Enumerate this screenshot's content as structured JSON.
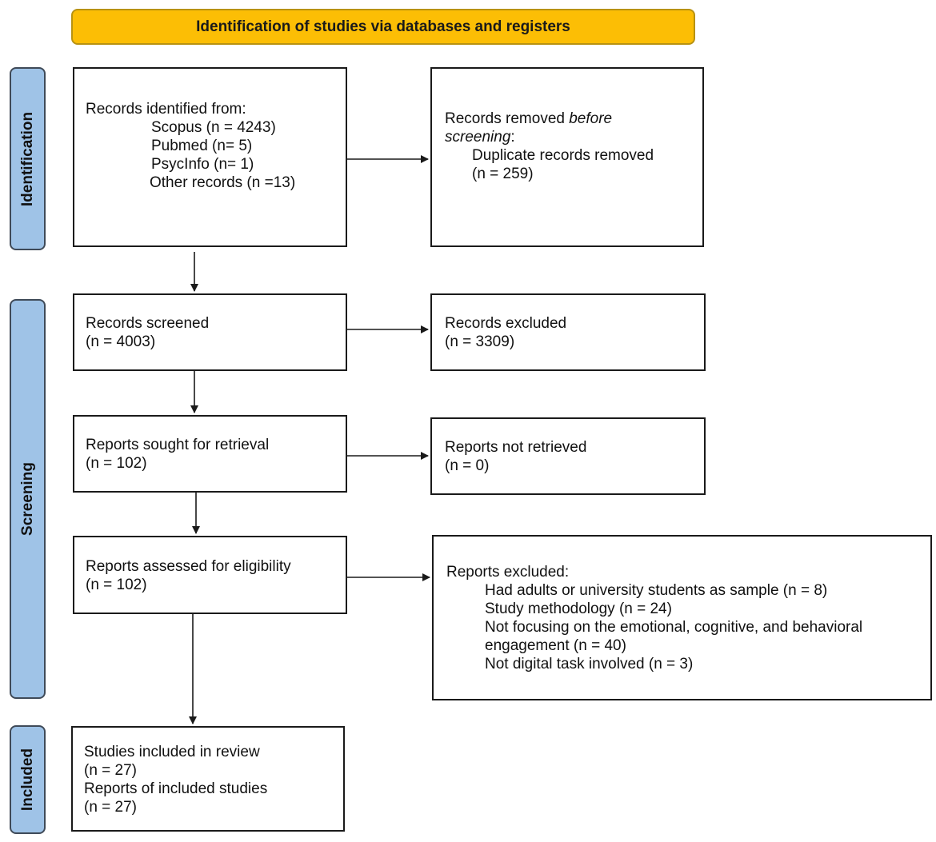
{
  "header": {
    "title": "Identification of studies via databases and registers"
  },
  "phases": {
    "identification": "Identification",
    "screening": "Screening",
    "included": "Included"
  },
  "identification": {
    "records_identified": {
      "title": "Records identified from:",
      "sources": [
        "Scopus (n = 4243)",
        "Pubmed (n= 5)",
        "PsycInfo (n= 1)",
        "Other records  (n =13)"
      ]
    },
    "records_removed": {
      "title_prefix": "Records removed ",
      "title_italic": "before",
      "title_italic2": "screening",
      "title_suffix": ":",
      "detail": "Duplicate records removed",
      "count": "(n = 259)"
    }
  },
  "screening": {
    "records_screened": {
      "label": "Records screened",
      "count": "(n = 4003)"
    },
    "records_excluded": {
      "label": "Records excluded",
      "count": "(n = 3309)"
    },
    "reports_sought": {
      "label": "Reports sought for retrieval",
      "count": "(n = 102)"
    },
    "reports_not_retrieved": {
      "label": "Reports not retrieved",
      "count": "(n = 0)"
    },
    "reports_assessed": {
      "label": "Reports assessed for eligibility",
      "count": "(n = 102)"
    },
    "reports_excluded": {
      "label": "Reports excluded:",
      "reasons": [
        "Had adults or university students as sample (n = 8)",
        "Study methodology (n = 24)",
        "Not focusing on the emotional, cognitive, and behavioral",
        "engagement (n = 40)",
        "Not digital task involved (n = 3)"
      ]
    }
  },
  "included": {
    "studies_included": {
      "label": "Studies included in review",
      "count": "(n = 27)"
    },
    "reports_included": {
      "label": "Reports of included studies",
      "count": "(n = 27)"
    }
  }
}
